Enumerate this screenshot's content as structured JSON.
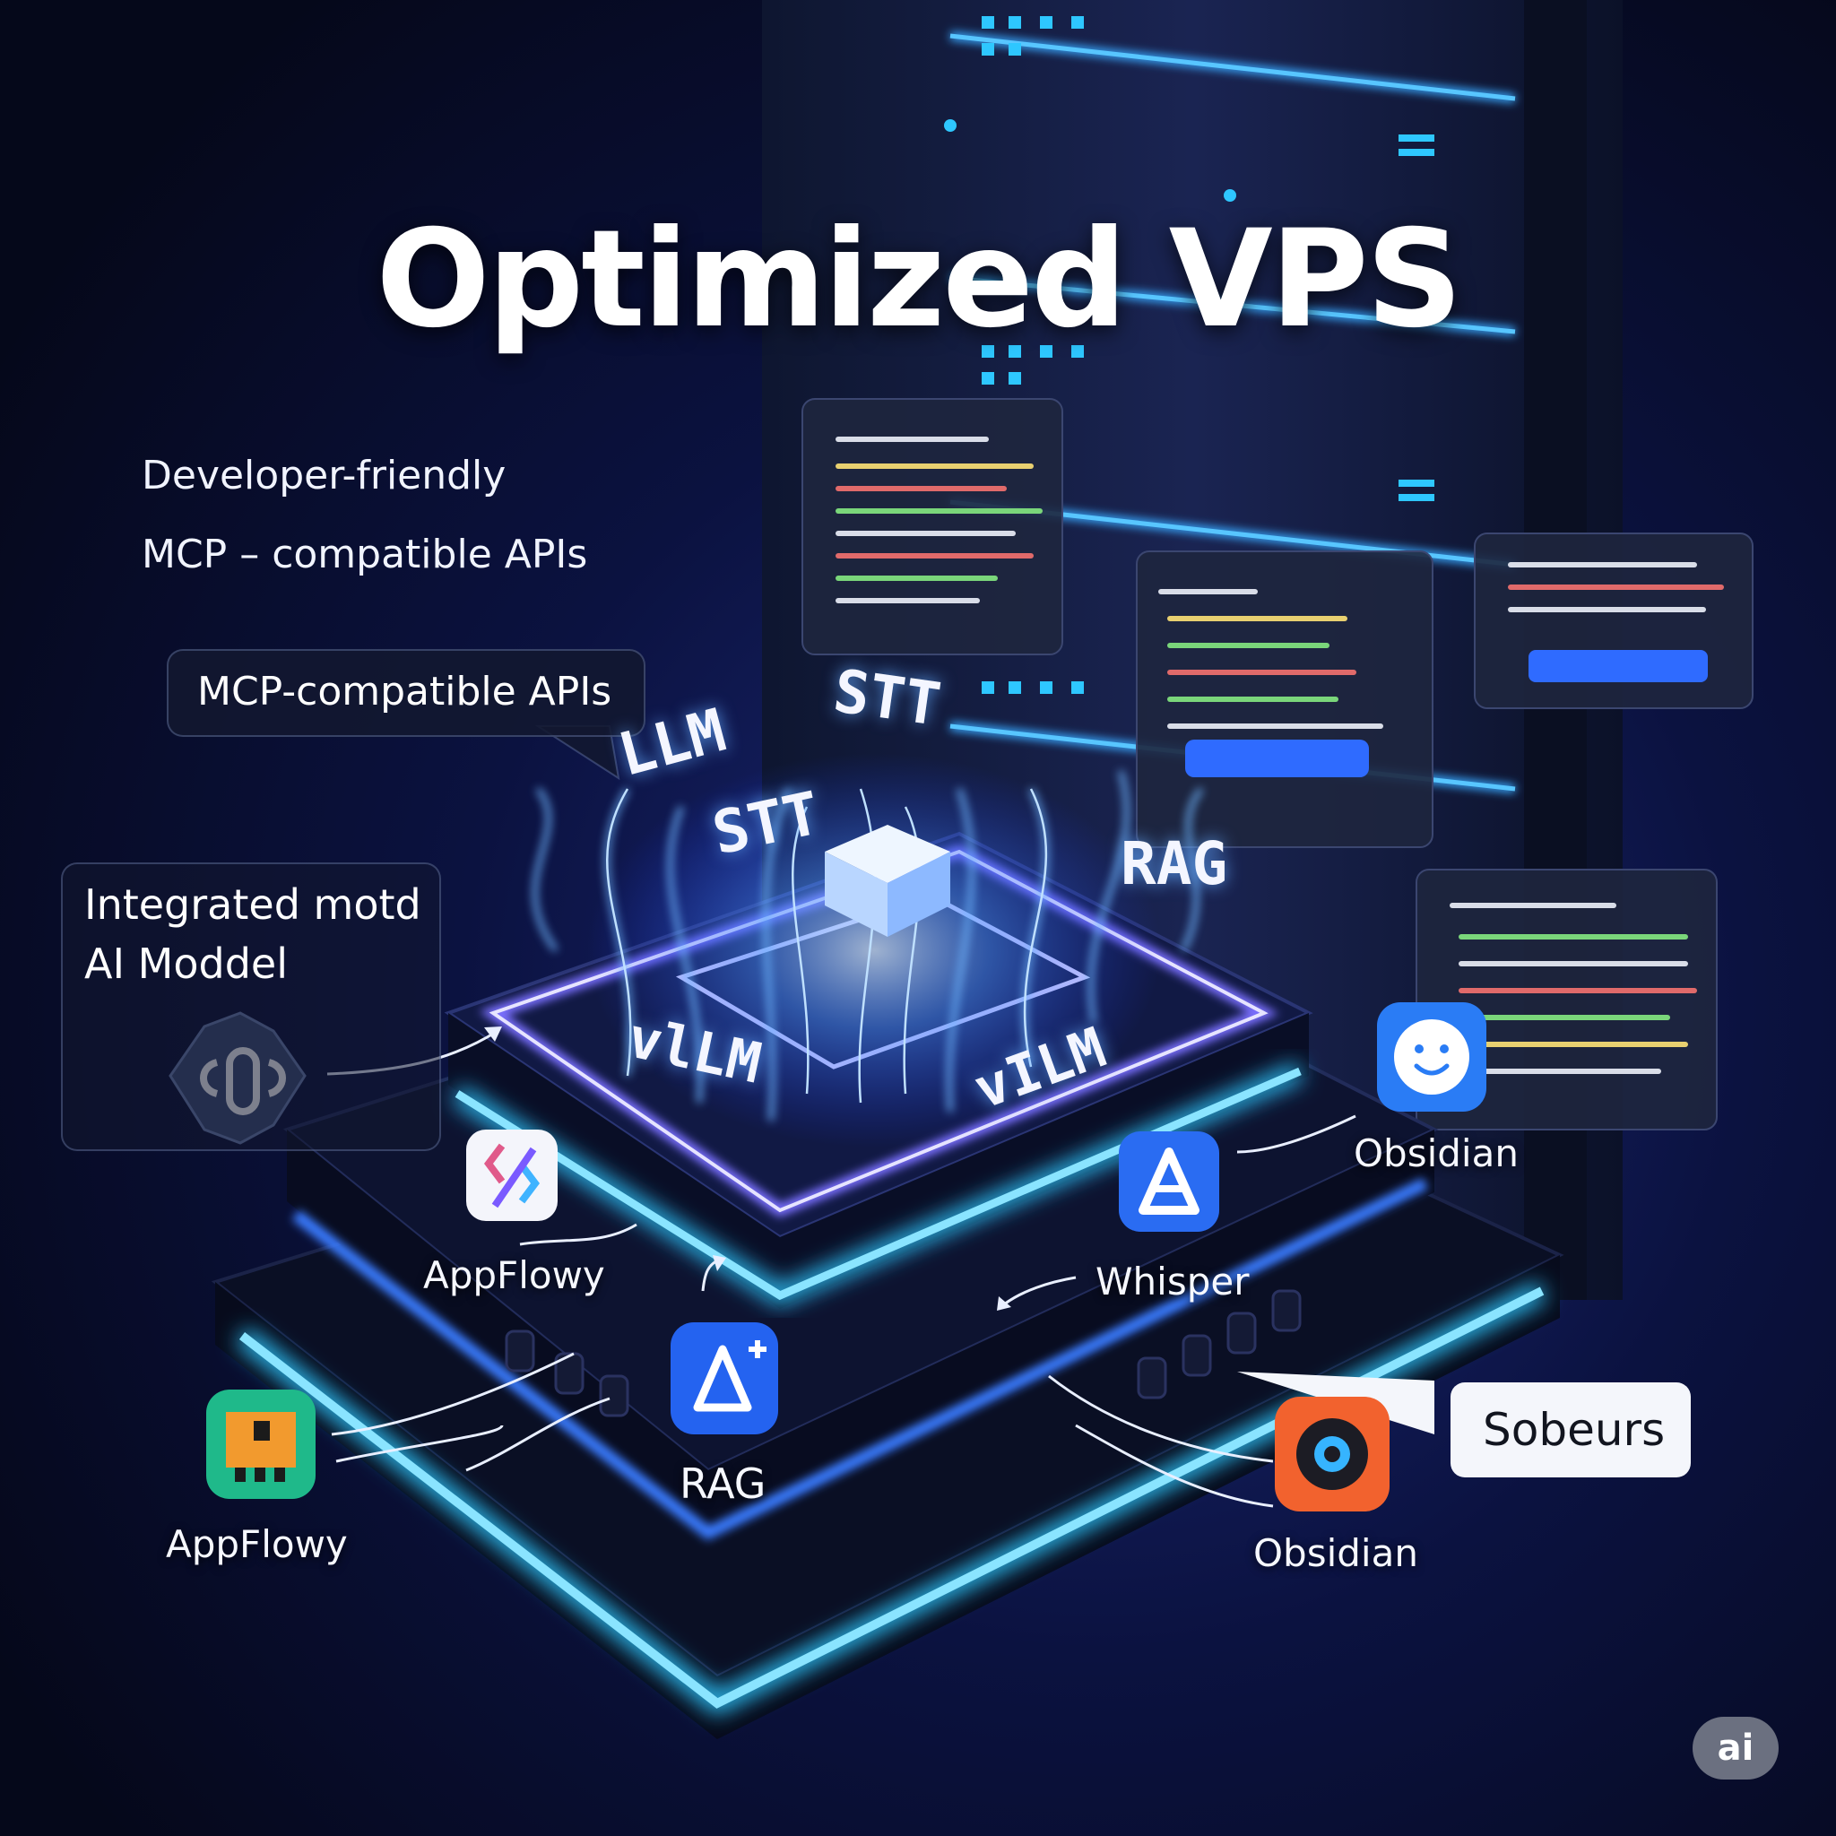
{
  "title": "Optimized VPS",
  "features": [
    "Developer-friendly",
    "MCP – compatible APIs"
  ],
  "api_callout": "MCP-compatible APIs",
  "model_callout": [
    "Integrated motd",
    "AI Moddel"
  ],
  "models": [
    "LLM",
    "STT",
    "STT",
    "RAG",
    "vlLM",
    "vILM"
  ],
  "apps": {
    "appflowy_upper": "AppFlowy",
    "rag": "RAG",
    "appflowy_lower": "AppFlowy",
    "whisper": "Whisper",
    "obsidian_upper": "Obsidian",
    "obsidian_lower": "Obsidian"
  },
  "sobeurs_label": "Sobeurs",
  "badge": "ai",
  "colors": {
    "background": "#060a1e",
    "neon": "#3fb8ff",
    "accent": "#2f6bff"
  }
}
